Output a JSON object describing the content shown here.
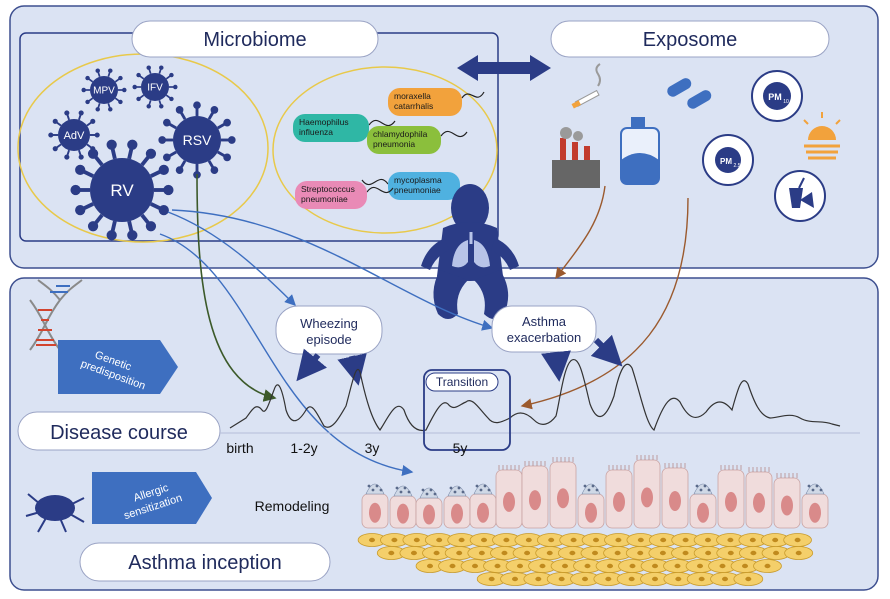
{
  "colors": {
    "panel_fill": "#dbe3f3",
    "panel_stroke": "#3d4f8f",
    "navy": "#2b3c86",
    "accent_blue": "#3e6fc0",
    "bacteria_ring": "#e8c94a",
    "green_arrow": "#3c5a2a",
    "brown_arrow": "#9b5a2e",
    "epithelium": "#f0dcdc",
    "stroma": "#f4cf6a"
  },
  "top_panel": {
    "microbiome_title": "Microbiome",
    "exposome_title": "Exposome",
    "viruses": [
      {
        "label": "MPV"
      },
      {
        "label": "IFV"
      },
      {
        "label": "AdV"
      },
      {
        "label": "RSV"
      },
      {
        "label": "RV"
      }
    ],
    "bacteria": [
      {
        "label_lines": [
          "moraxella",
          "catarrhalis"
        ],
        "color": "#f2a23c"
      },
      {
        "label_lines": [
          "Haemophilus",
          "influenza"
        ],
        "color": "#2fb7a5"
      },
      {
        "label_lines": [
          "chlamydophila",
          "pneumonia"
        ],
        "color": "#8bbf3c"
      },
      {
        "label_lines": [
          "mycoplasma",
          "pneumoniae"
        ],
        "color": "#4fb1e0"
      },
      {
        "label_lines": [
          "Streptococcus",
          "pneumoniae"
        ],
        "color": "#e98ab6"
      }
    ],
    "exposures": [
      {
        "icon": "cigarette-icon"
      },
      {
        "icon": "pills-icon"
      },
      {
        "icon": "pm10-icon",
        "text": "PM",
        "sub": "10"
      },
      {
        "icon": "factory-icon"
      },
      {
        "icon": "cleaning-bottle-icon"
      },
      {
        "icon": "pm25-icon",
        "text": "PM",
        "sub": "2.5"
      },
      {
        "icon": "sun-icon"
      },
      {
        "icon": "fast-food-icon"
      }
    ]
  },
  "bottom_panel": {
    "wheezing_label": [
      "Wheezing",
      "episode"
    ],
    "exacerbation_label": [
      "Asthma",
      "exacerbation"
    ],
    "genetic_label": [
      "Genetic",
      "predisposition"
    ],
    "allergic_label": [
      "Allergic",
      "sensitization"
    ],
    "disease_course": "Disease course",
    "transition": "Transition",
    "timeline_ticks": [
      "birth",
      "1-2y",
      "3y",
      "5y"
    ],
    "remodeling": "Remodeling",
    "asthma_inception": "Asthma inception"
  }
}
